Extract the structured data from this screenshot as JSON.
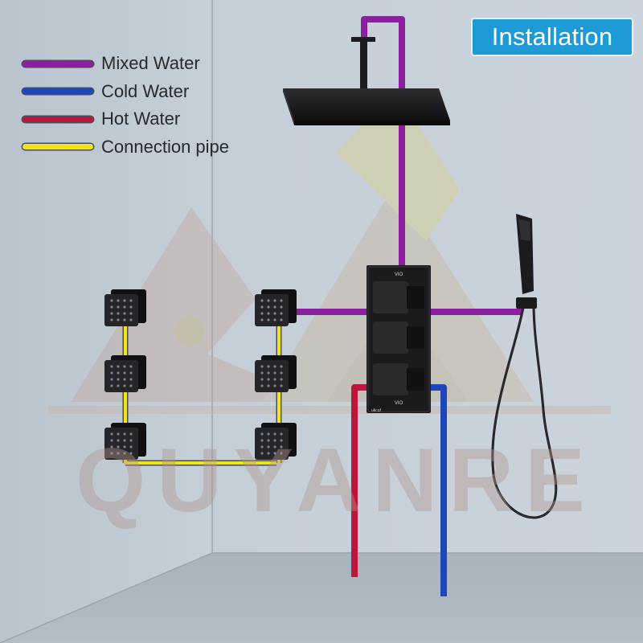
{
  "header": {
    "title": "Installation"
  },
  "legend": {
    "items": [
      {
        "label": "Mixed Water",
        "color": "#8b1fa0"
      },
      {
        "label": "Cold Water",
        "color": "#1d47b8"
      },
      {
        "label": "Hot Water",
        "color": "#c0143c"
      },
      {
        "label": "Connection pipe",
        "color": "#f2e416"
      }
    ]
  },
  "watermark": {
    "text": "QUYANRE"
  },
  "valve": {
    "top_marking": "VIO",
    "bottom_marking": "VIO",
    "corner_marking": "ukcuf"
  },
  "colors": {
    "wall": "#c3cdd6",
    "floor": "#a9b5bf",
    "fixture": "#1c1c1e"
  }
}
